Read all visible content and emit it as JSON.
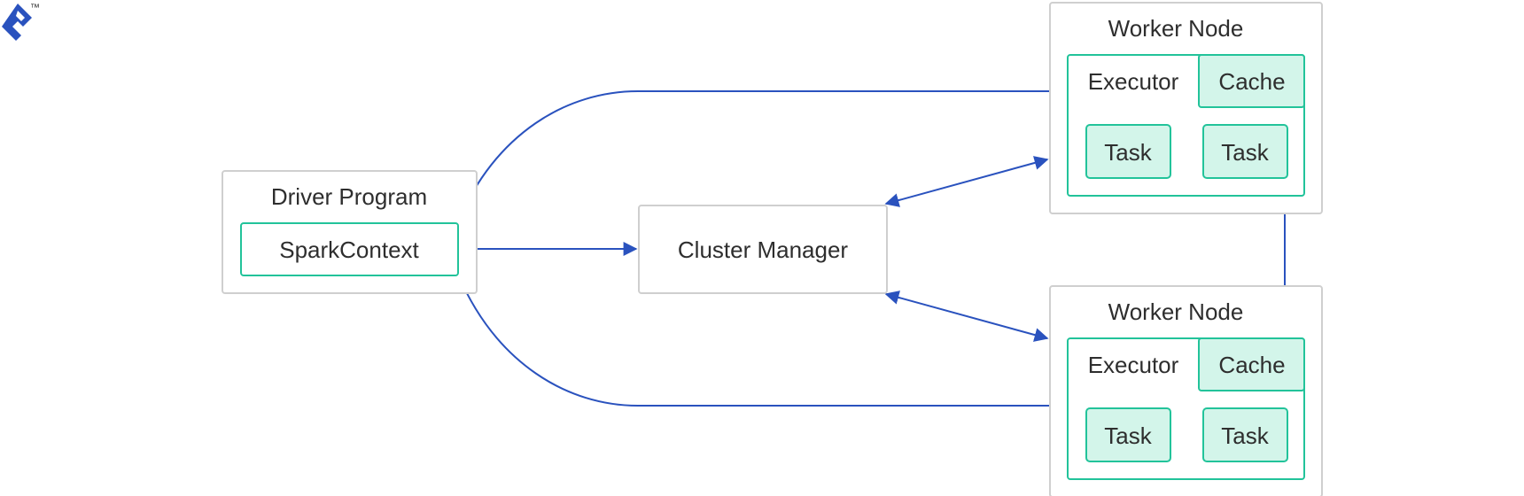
{
  "colors": {
    "outer_border": "#cfcfcf",
    "green_border": "#22c39a",
    "green_fill": "#d3f5ea",
    "arrow": "#2a52be",
    "logo": "#2a52be",
    "text": "#2e2e2e"
  },
  "logo": {
    "icon": "toptal-logo-icon",
    "trademark": "™"
  },
  "driver": {
    "title": "Driver Program",
    "context": "SparkContext"
  },
  "cluster_manager": {
    "label": "Cluster Manager"
  },
  "workers": [
    {
      "title": "Worker Node",
      "executor": "Executor",
      "cache": "Cache",
      "tasks": [
        "Task",
        "Task"
      ]
    },
    {
      "title": "Worker Node",
      "executor": "Executor",
      "cache": "Cache",
      "tasks": [
        "Task",
        "Task"
      ]
    }
  ]
}
